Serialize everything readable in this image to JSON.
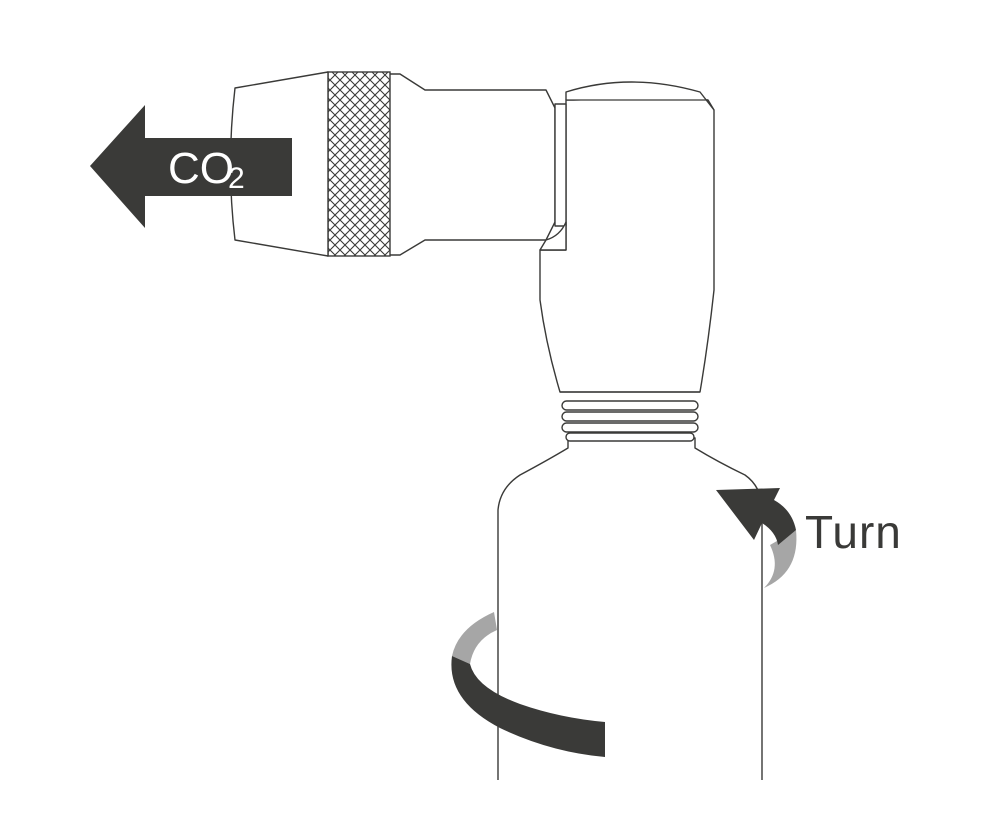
{
  "labels": {
    "gas_main": "CO",
    "gas_subscript": "2",
    "turn": "Turn"
  },
  "colors": {
    "ink": "#3a3a38",
    "arrow_dark": "#3a3a38",
    "arrow_light": "#a6a6a6",
    "background": "#ffffff"
  },
  "icons": {
    "flow_arrow": "arrow-left-icon",
    "rotate_small": "rotate-arrow-icon",
    "rotate_large": "rotate-arrow-icon"
  }
}
